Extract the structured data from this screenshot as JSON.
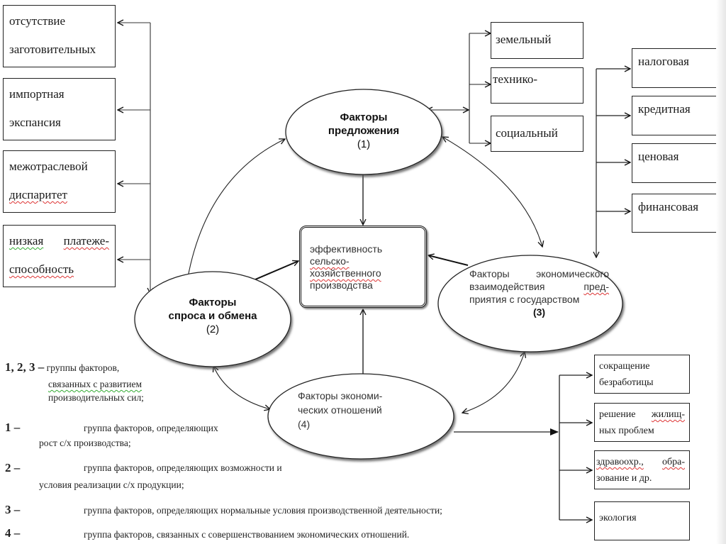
{
  "diagram": {
    "left_boxes": [
      {
        "lines": [
          "отсутствие",
          "заготовительных"
        ]
      },
      {
        "lines": [
          "импортная",
          "экспансия"
        ]
      },
      {
        "lines": [
          "межотраслевой",
          "диспаритет"
        ]
      },
      {
        "lines": [
          "низкая платеже-",
          "способность"
        ],
        "line1_parts": [
          "низкая",
          "платеже-"
        ]
      }
    ],
    "top_boxes": [
      {
        "label": "земельный"
      },
      {
        "label": "технико-"
      },
      {
        "label": "социальный"
      }
    ],
    "right_boxes": [
      {
        "label": "налоговая"
      },
      {
        "label": "кредитная"
      },
      {
        "label": "ценовая"
      },
      {
        "label": "финансовая"
      }
    ],
    "bottom_right_boxes": [
      {
        "lines": [
          "сокращение",
          "безработицы"
        ]
      },
      {
        "lines": [
          "решение жилищ-",
          "ных проблем"
        ],
        "line1_parts": [
          "решение",
          "жилищ-"
        ]
      },
      {
        "lines": [
          "здравоохр., обра-",
          "зование и др."
        ],
        "line1_parts": [
          "здравоохр.,",
          "обра-"
        ]
      },
      {
        "lines": [
          "экология"
        ]
      }
    ],
    "center": {
      "lines": [
        "эффективность",
        "сельско-",
        "хозяйственного",
        "производства"
      ]
    },
    "ellipses": {
      "supply": {
        "lines": [
          "Факторы",
          "предложения",
          "(1)"
        ]
      },
      "demand": {
        "lines": [
          "Факторы",
          "спроса и обмена",
          "(2)"
        ]
      },
      "state": {
        "lines": [
          "Факторы экономического",
          "взаимодействия пред-",
          "приятия с государством",
          "(3)"
        ],
        "line1_parts": [
          "Факторы",
          "экономического"
        ],
        "line2_parts": [
          "взаимодействия",
          "пред-"
        ]
      },
      "relations": {
        "lines": [
          "Факторы экономи-",
          "ческих отношений",
          "(4)"
        ]
      }
    }
  },
  "legend": [
    {
      "key": "1, 2, 3 –",
      "lines": [
        "группы факторов,",
        "связанных с развитием",
        "производительных сил;"
      ]
    },
    {
      "key": "1 –",
      "lines": [
        "группа факторов, определяющих",
        "рост с/х производства;"
      ]
    },
    {
      "key": "2 –",
      "lines": [
        "группа факторов, определяющих возможности и",
        "условия реализации с/х продукции;"
      ]
    },
    {
      "key": "3 –",
      "lines": [
        "группа факторов, определяющих нормальные условия производственной деятельности;"
      ]
    },
    {
      "key": "4 –",
      "lines": [
        "группа факторов, связанных с совершенствованием экономических отношений."
      ]
    }
  ]
}
